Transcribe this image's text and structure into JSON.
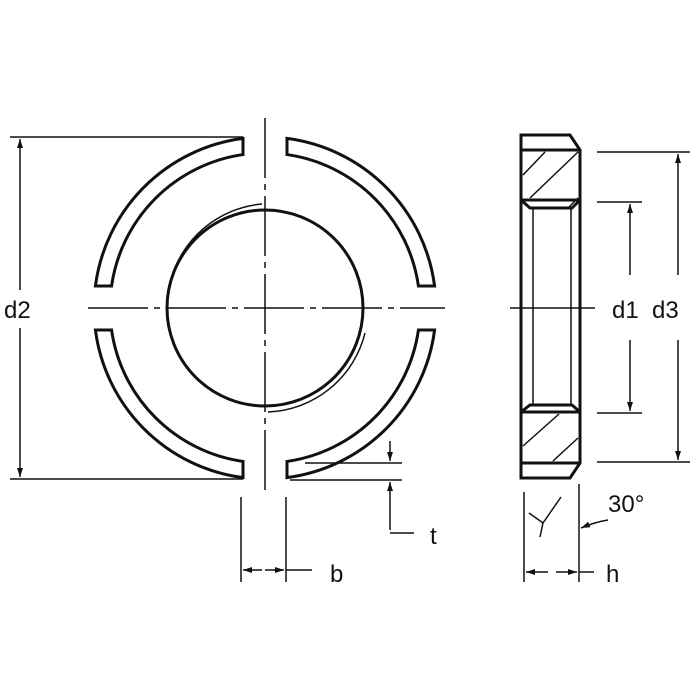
{
  "drawing": {
    "title": "Slotted round nut",
    "labels": {
      "d1": "d1",
      "d2": "d2",
      "d3": "d3",
      "b": "b",
      "t": "t",
      "h": "h",
      "angle": "30°"
    },
    "line_color": "#111111",
    "background": "#ffffff"
  }
}
